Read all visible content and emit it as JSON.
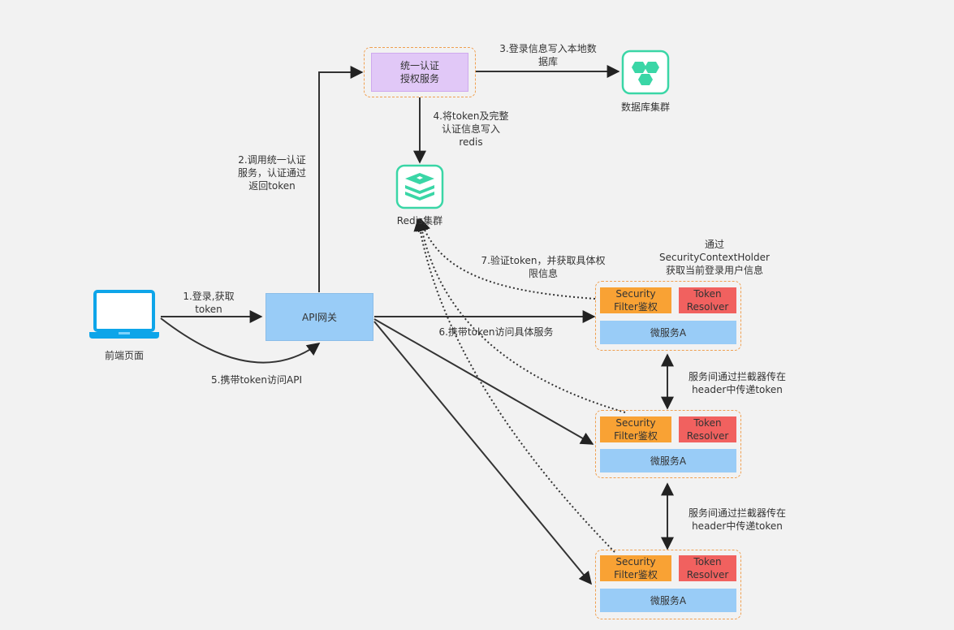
{
  "nodes": {
    "auth_service": "统一认证\n授权服务",
    "db_cluster": "数据库集群",
    "redis_cluster": "Redis集群",
    "frontend": "前端页面",
    "gateway": "API网关"
  },
  "microservices": [
    {
      "security": "Security\nFilter鉴权",
      "token": "Token\nResolver",
      "name": "微服务A"
    },
    {
      "security": "Security\nFilter鉴权",
      "token": "Token\nResolver",
      "name": "微服务A"
    },
    {
      "security": "Security\nFilter鉴权",
      "token": "Token\nResolver",
      "name": "微服务A"
    }
  ],
  "edges": {
    "step1": "1.登录,获取\ntoken",
    "step2": "2.调用统一认证\n服务，认证通过\n返回token",
    "step3": "3.登录信息写入本地数\n据库",
    "step4": "4.将token及完整\n认证信息写入\nredis",
    "step5": "5.携带token访问API",
    "step6": "6.携带token访问具体服务",
    "step7": "7.验证token，并获取具体权\n限信息",
    "context_holder": "通过\nSecurityContextHolder\n获取当前登录用户信息",
    "interceptor_1": "服务间通过拦截器传在\nheader中传递token",
    "interceptor_2": "服务间通过拦截器传在\nheader中传递token"
  },
  "colors": {
    "auth_fill": "#e1c8f7",
    "gateway_fill": "#99ccf7",
    "security_fill": "#f9a234",
    "token_fill": "#f1615f",
    "service_fill": "#99ccf7",
    "group_border": "#f0a050",
    "icon_teal": "#3ad6a6",
    "laptop_blue": "#0ea5e9"
  }
}
